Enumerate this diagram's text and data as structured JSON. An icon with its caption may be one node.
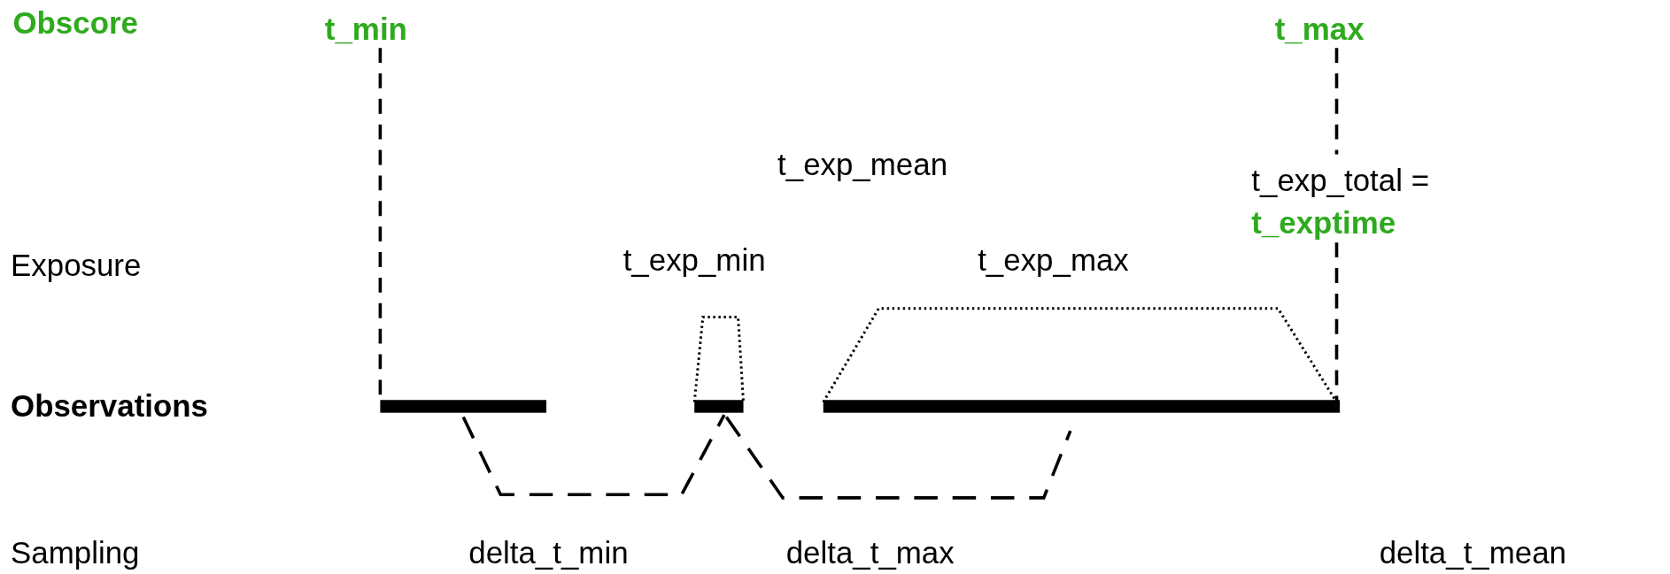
{
  "diagram": {
    "labels": [
      "Obscore",
      "t_min",
      "t_max",
      "t_exp_mean",
      "t_exp_total =",
      "t_exptime",
      "Exposure",
      "t_exp_min",
      "t_exp_max",
      "Observations",
      "Sampling",
      "delta_t_min",
      "delta_t_max",
      "delta_t_mean"
    ]
  }
}
